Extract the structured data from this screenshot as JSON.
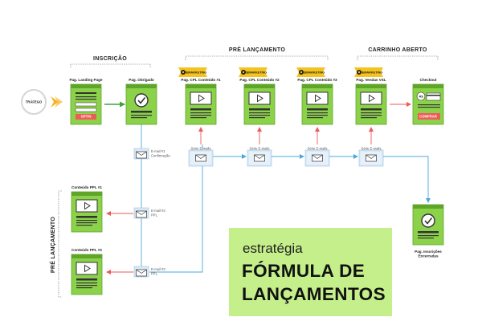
{
  "sections": {
    "inscricao": "INSCRIÇÃO",
    "pre_lancamento_top": "PRÉ LANÇAMENTO",
    "carrinho_aberto": "CARRINHO ABERTO",
    "pre_lancamento_side": "PRÉ LANÇAMENTO"
  },
  "traffic": "TRÁFEGO",
  "pages": {
    "landing": "Pag. Landing Page",
    "obrigado": "Pag. Obrigado",
    "cpl1": "Pag. CPL Conteúdo #1",
    "cpl2": "Pag. CPL Conteúdo #2",
    "cpl3": "Pag. CPL Conteúdo #3",
    "vendas": "Pag. Vendas VSL",
    "checkout": "Checkout",
    "ppl1": "Conteúdo PPL #1",
    "ppl2": "Conteúdo PPL #2",
    "encerradas_1": "Pag. Inscrições",
    "encerradas_2": "Encerradas"
  },
  "buttons": {
    "optin": "OPTIN",
    "comprar": "COMPRAR"
  },
  "remarketing": [
    "REMARKETING",
    "REMARKETING",
    "REMARKETING",
    "REMARKETING"
  ],
  "checkout_price": "R$",
  "email_series": [
    "Série E-mails",
    "Série E-mails",
    "Série E-mails",
    "Série E-mails"
  ],
  "emails": {
    "e1_a": "E-mail #1",
    "e1_b": "Confirmação",
    "e2_a": "E-mail #2",
    "e2_b": "PPL",
    "e3_a": "E-mail #3",
    "e3_b": "PPL"
  },
  "card": {
    "kicker": "estratégia",
    "title_line1": "FÓRMULA DE",
    "title_line2": "LANÇAMENTOS"
  },
  "colors": {
    "page_green": "#8bd24a",
    "page_green_dark": "#5fa52a",
    "button_red": "#f05a5a",
    "arrow_blue": "#4aa8dc",
    "arrow_red": "#ec5a5a",
    "arrow_green": "#3da33d",
    "remarketing_yellow": "#f5c31e",
    "traffic_orange": "#f5b324",
    "card_green": "#c4ef8a"
  },
  "icons": [
    "play-icon",
    "check-icon",
    "envelope-icon",
    "remarketing-eye-icon",
    "money-icon",
    "traffic-chevron-icon"
  ]
}
